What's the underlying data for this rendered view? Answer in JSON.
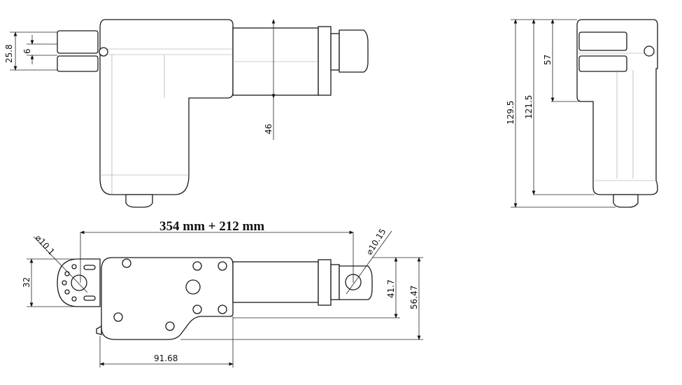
{
  "top_view": {
    "dim_25_8": "25.8",
    "dim_6": "6",
    "dim_46": "46"
  },
  "side_view": {
    "dim_129_5": "129.5",
    "dim_121_5": "121.5",
    "dim_57": "57"
  },
  "bottom_view": {
    "stroke_length": "354 mm + 212 mm",
    "hole_rear": "⌀10.1",
    "hole_front": "⌀10.15",
    "dim_32": "32",
    "dim_41_7": "41.7",
    "dim_56_47": "56.47",
    "dim_91_68": "91.68"
  }
}
